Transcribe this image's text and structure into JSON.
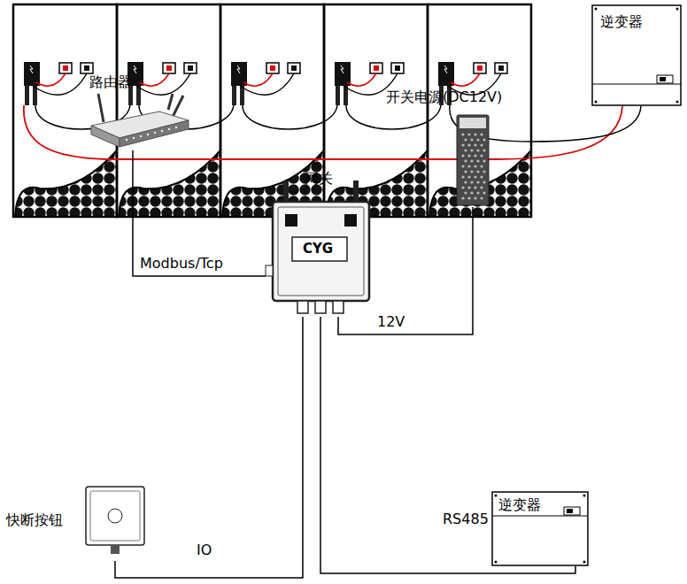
{
  "diagram": {
    "nodes": [
      {
        "text": [
          "逆变器"
        ]
      },
      {
        "text": [
          "路由器"
        ]
      },
      {
        "text": [
          "开关电源(DC12V)"
        ]
      },
      {
        "text": [
          "网关",
          "CYG"
        ]
      },
      {
        "text": [
          "快断按钮"
        ]
      },
      {
        "text": [
          "逆变器"
        ]
      }
    ],
    "edges": [
      {
        "from": 3,
        "to": 1,
        "label": "Modbus/Tcp",
        "arrow": "none"
      },
      {
        "from": 3,
        "to": 2,
        "label": "12V",
        "arrow": "none"
      },
      {
        "from": 3,
        "to": 5,
        "label": "RS485",
        "arrow": "none"
      },
      {
        "from": 3,
        "to": 4,
        "label": "IO",
        "arrow": "none"
      }
    ]
  }
}
